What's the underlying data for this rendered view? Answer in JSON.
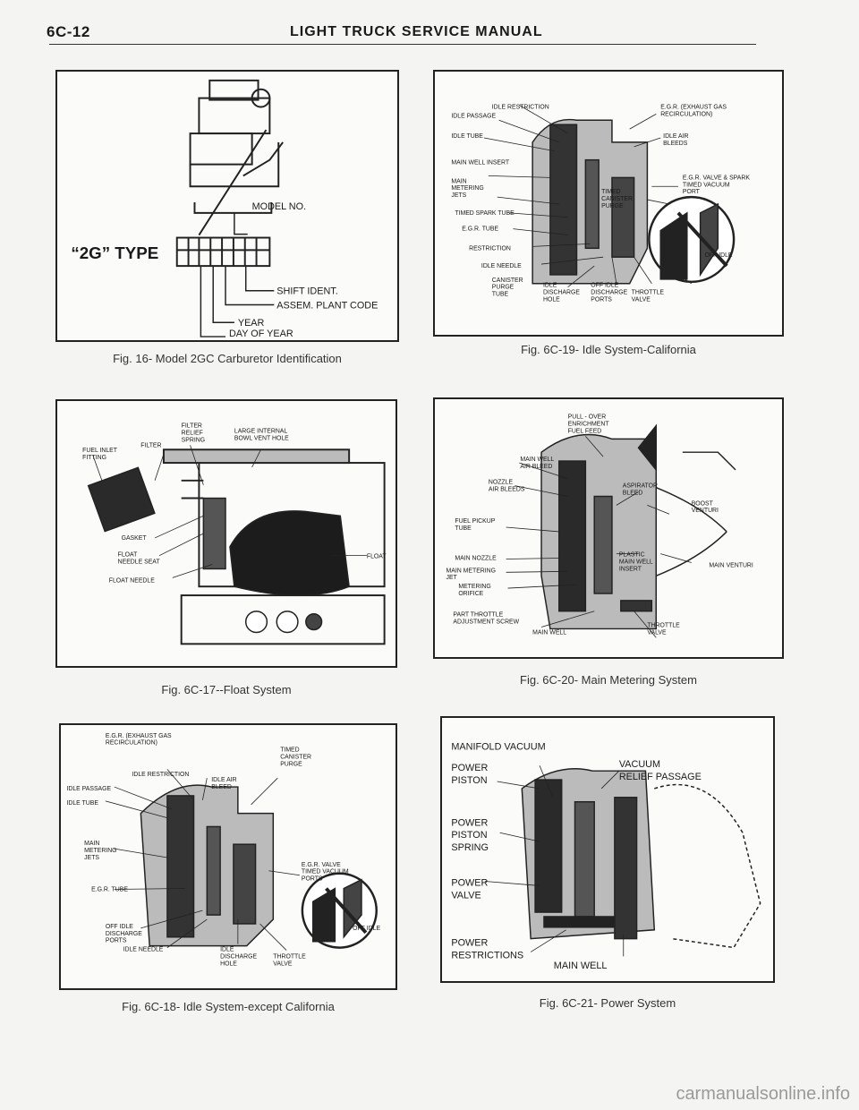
{
  "header": {
    "page_number": "6C-12",
    "manual_title": "LIGHT TRUCK SERVICE MANUAL"
  },
  "fig16": {
    "caption": "Fig. 16- Model 2GC Carburetor Identification",
    "type_label": "“2G” TYPE",
    "model_no": "MODEL NO.",
    "shift_ident": "SHIFT IDENT.",
    "assem_plant": "ASSEM. PLANT CODE",
    "year": "YEAR",
    "day_of_year": "DAY OF YEAR"
  },
  "fig19": {
    "caption": "Fig. 6C-19- Idle System-California",
    "labels": [
      "IDLE RESTRICTION",
      "IDLE PASSAGE",
      "IDLE TUBE",
      "MAIN WELL INSERT",
      "MAIN",
      "METERING",
      "JETS",
      "TIMED SPARK TUBE",
      "E.G.R. TUBE",
      "RESTRICTION",
      "IDLE NEEDLE",
      "CANISTER",
      "PURGE",
      "TUBE",
      "IDLE",
      "DISCHARGE",
      "HOLE",
      "OFF IDLE",
      "DISCHARGE",
      "PORTS",
      "THROTTLE",
      "VALVE",
      "TIMED",
      "CANISTER",
      "PURGE",
      "E.G.R. (EXHAUST GAS",
      "RECIRCULATION)",
      "IDLE AIR",
      "BLEEDS",
      "E.G.R. VALVE & SPARK",
      "TIMED VACUUM",
      "PORT",
      "OFF IDLE"
    ]
  },
  "fig17": {
    "caption": "Fig. 6C-17--Float System",
    "labels": [
      "FILTER",
      "RELIEF",
      "SPRING",
      "LARGE INTERNAL",
      "BOWL VENT HOLE",
      "FUEL INLET",
      "FITTING",
      "FILTER",
      "GASKET",
      "FLOAT",
      "NEEDLE SEAT",
      "FLOAT NEEDLE",
      "FLOAT"
    ]
  },
  "fig20": {
    "caption": "Fig. 6C-20- Main Metering System",
    "labels": [
      "PULL - OVER",
      "ENRICHMENT",
      "FUEL FEED",
      "MAIN WELL",
      "AIR BLEED",
      "NOZZLE",
      "AIR BLEEDS",
      "ASPIRATOR",
      "BLEED",
      "BOOST",
      "VENTURI",
      "FUEL PICKUP",
      "TUBE",
      "MAIN NOZZLE",
      "MAIN METERING",
      "JET",
      "METERING",
      "ORIFICE",
      "PLASTIC",
      "MAIN WELL",
      "INSERT",
      "MAIN VENTURI",
      "PART THROTTLE",
      "ADJUSTMENT SCREW",
      "MAIN WELL",
      "THROTTLE",
      "VALVE"
    ]
  },
  "fig18": {
    "caption": "Fig. 6C-18- Idle System-except California",
    "labels": [
      "E.G.R. (EXHAUST GAS",
      "RECIRCULATION)",
      "TIMED",
      "CANISTER",
      "PURGE",
      "IDLE RESTRICTION",
      "IDLE PASSAGE",
      "IDLE TUBE",
      "IDLE AIR",
      "BLEED",
      "MAIN",
      "METERING",
      "JETS",
      "E.G.R. VALVE",
      "TIMED VACUUM",
      "PORTS",
      "E.G.R. TUBE",
      "OFF IDLE",
      "DISCHARGE",
      "PORTS",
      "IDLE NEEDLE",
      "IDLE",
      "DISCHARGE",
      "HOLE",
      "THROTTLE",
      "VALVE",
      "OFF IDLE"
    ]
  },
  "fig21": {
    "caption": "Fig. 6C-21- Power System",
    "labels": [
      "MANIFOLD VACUUM",
      "POWER",
      "PISTON",
      "VACUUM",
      "RELIEF PASSAGE",
      "POWER",
      "PISTON",
      "SPRING",
      "POWER",
      "VALVE",
      "POWER",
      "RESTRICTIONS",
      "MAIN WELL"
    ]
  },
  "footer": {
    "watermark": "carmanualsonline.info"
  }
}
